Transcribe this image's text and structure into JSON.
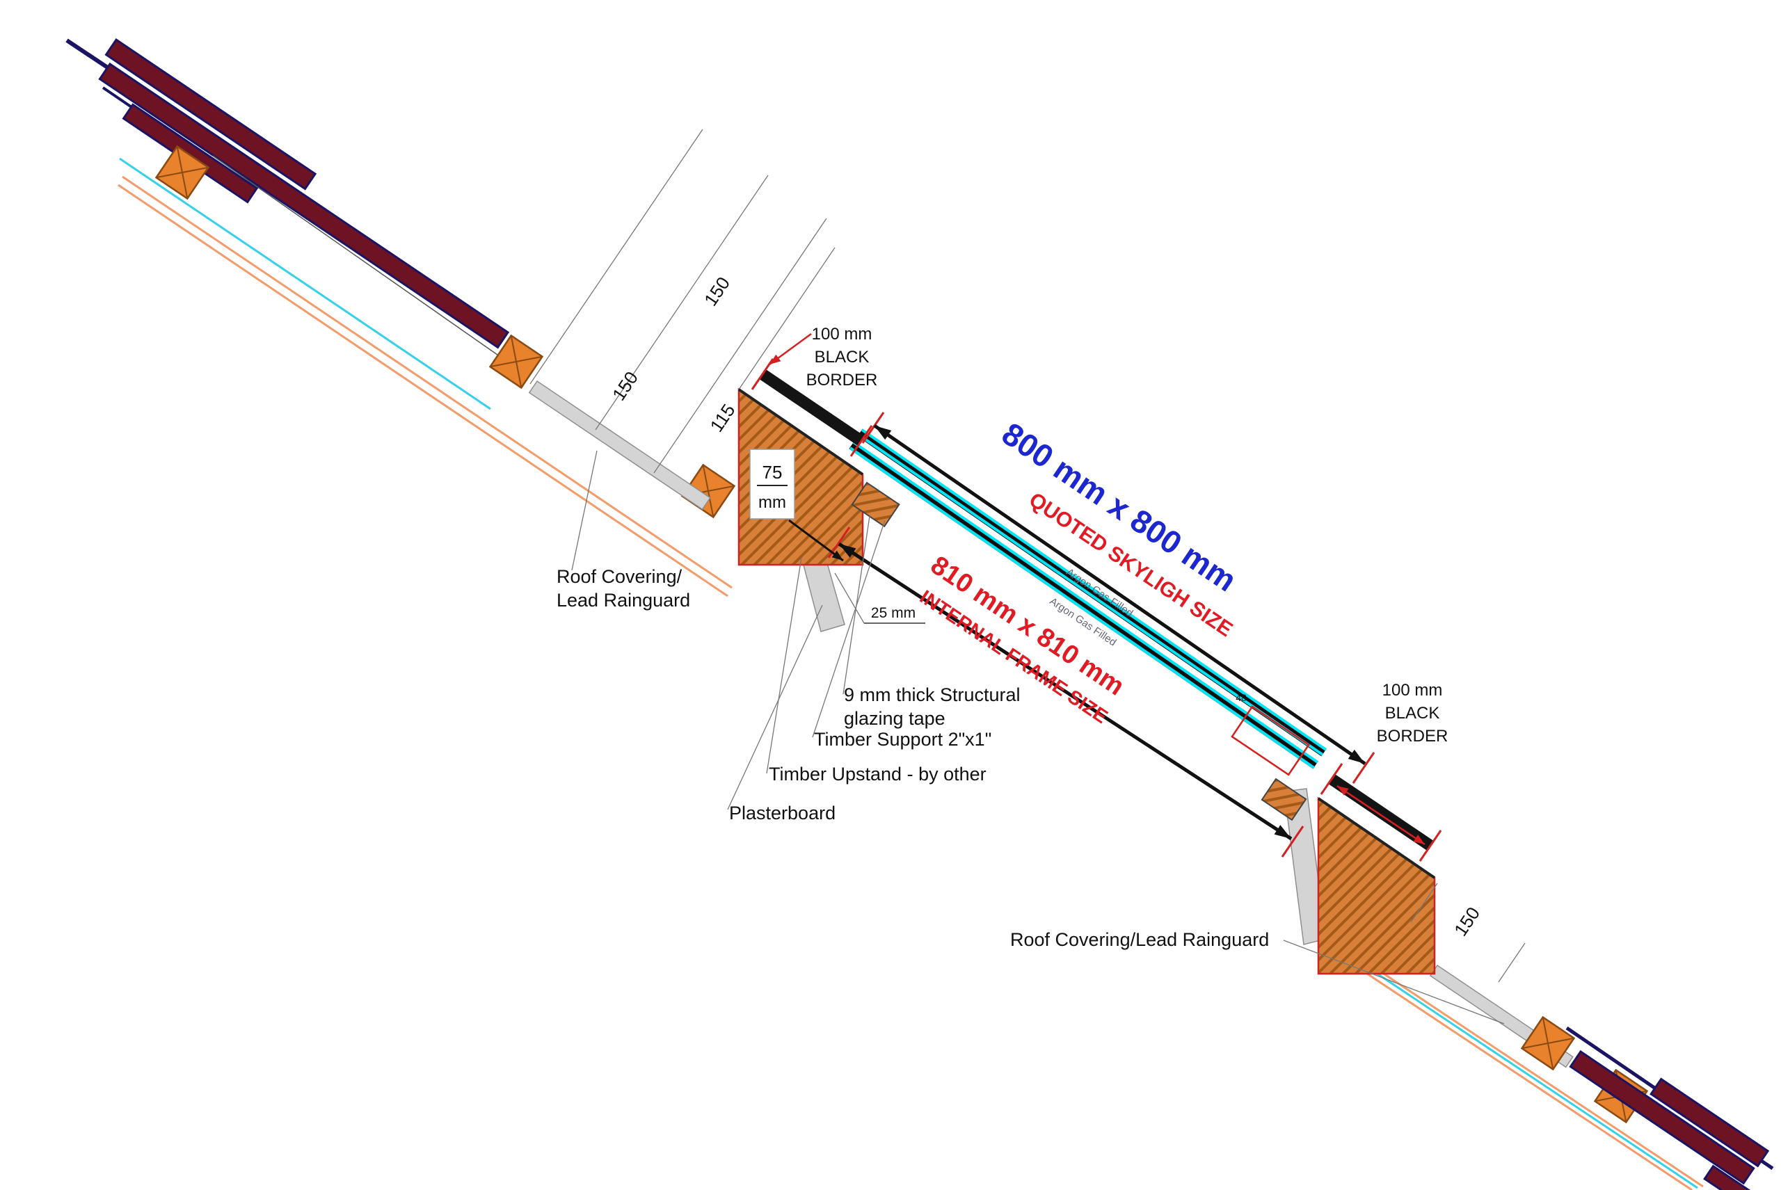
{
  "drawing": {
    "dimensions": {
      "dim_150_outer": "150",
      "dim_150_inner": "150",
      "dim_115": "115",
      "dim_75_value": "75",
      "dim_75_unit": "mm",
      "dim_25": "25 mm",
      "dim_48": "48",
      "dim_150_right": "150"
    },
    "black_border_top": {
      "line1": "100 mm",
      "line2": "BLACK",
      "line3": "BORDER"
    },
    "black_border_right": {
      "line1": "100 mm",
      "line2": "BLACK",
      "line3": "BORDER"
    },
    "skylight_size": {
      "value": "800 mm x 800 mm",
      "caption": "QUOTED SKYLIGH SIZE"
    },
    "frame_size": {
      "value": "810 mm x 810 mm",
      "caption": "INTERNAL FRAME SIZE"
    },
    "glazing": {
      "argon_label_1": "Argon Gas Filled",
      "argon_label_2": "Argon Gas Filled"
    },
    "callouts": {
      "roof_covering_left_line1": "Roof Covering/",
      "roof_covering_left_line2": "Lead Rainguard",
      "glazing_tape_line1": "9 mm thick Structural",
      "glazing_tape_line2": "glazing tape",
      "timber_support": "Timber Support 2\"x1\"",
      "timber_upstand": "Timber Upstand - by other",
      "plasterboard": "Plasterboard",
      "roof_covering_right": "Roof Covering/Lead Rainguard"
    },
    "colors": {
      "roof_tile": "#6e1323",
      "tile_outline": "#1b1464",
      "timber": "#d8803a",
      "timber_hatch": "#a35a17",
      "batten": "#e8822c",
      "glass_cyan": "#00e4f6",
      "membrane_cyan": "#35d1ea",
      "underlay_orange": "#f49b6a",
      "flashing_gray": "#d4d4d4",
      "dimension_red": "#d42020",
      "size_blue": "#1c27cf",
      "frame_black": "#141414"
    }
  }
}
